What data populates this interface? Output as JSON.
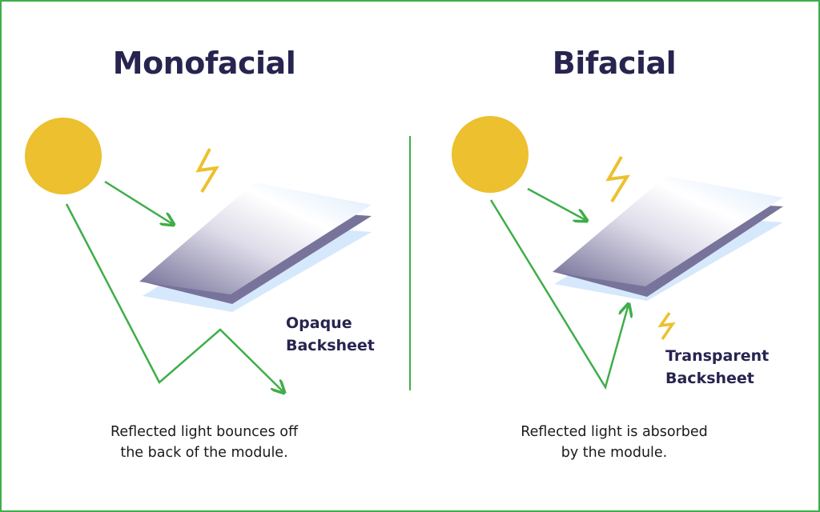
{
  "left": {
    "title": "Monofacial",
    "label_lines": [
      "Opaque",
      "Backsheet"
    ],
    "caption_lines": [
      "Reflected light bounces off",
      "the back of the module."
    ]
  },
  "right": {
    "title": "Bifacial",
    "label_lines": [
      "Transparent",
      "Backsheet"
    ],
    "caption_lines": [
      "Reflected light is absorbed",
      "by the module."
    ]
  },
  "colors": {
    "sun": "#ecc02e",
    "arrow": "#3fae49",
    "bolt": "#ecc02e",
    "text_dark": "#27244f",
    "panel_back": "#77739a",
    "glass": "#dcecfb",
    "border": "#3fae49"
  },
  "icons": [
    "sun-icon",
    "lightning-bolt-icon",
    "solar-panel-icon",
    "arrow-icon"
  ]
}
